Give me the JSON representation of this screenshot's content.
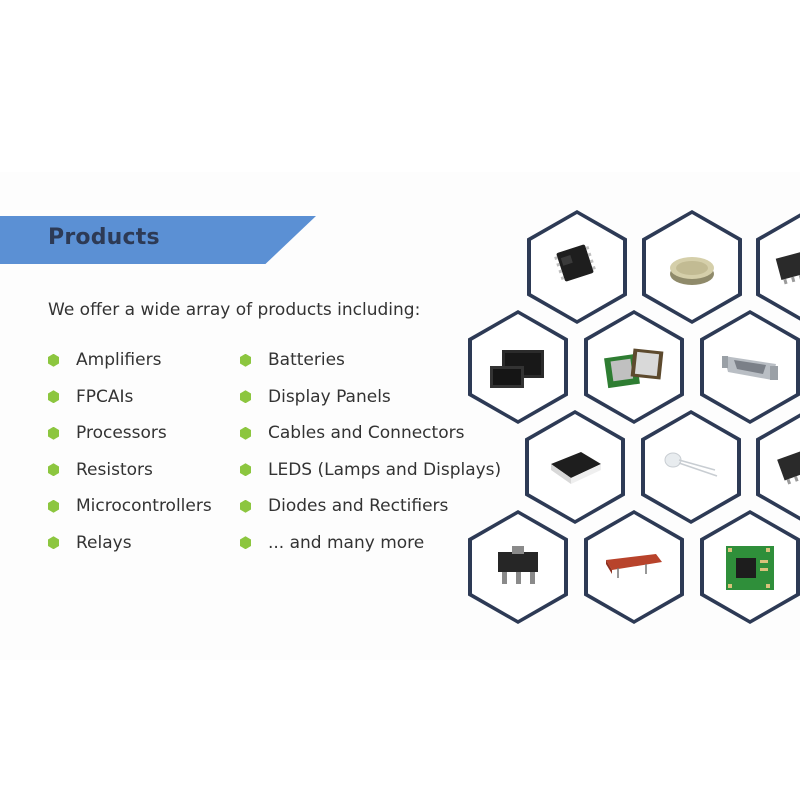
{
  "products": {
    "title": "Products",
    "intro": "We offer a wide array of products including:",
    "column1": [
      "Amplifiers",
      "FPCAIs",
      "Processors",
      "Resistors",
      "Microcontrollers",
      "Relays"
    ],
    "column2": [
      "Batteries",
      "Display Panels",
      "Cables and Connectors",
      "LEDS (Lamps and Displays)",
      "Diodes and Rectifiers",
      "... and many more"
    ]
  },
  "colors": {
    "banner": "#5b90d4",
    "title": "#2d3a55",
    "bullet": "#8cc63f",
    "hex_border": "#2d3a55"
  },
  "images": [
    "ic-chip-icon",
    "coin-battery-icon",
    "chip-icon",
    "display-panel-icon",
    "processor-icon",
    "d-sub-connector-icon",
    "smd-resistor-icon",
    "led-icon",
    "chip-icon",
    "transistor-icon",
    "relay-icon",
    "microcontroller-board-icon"
  ]
}
